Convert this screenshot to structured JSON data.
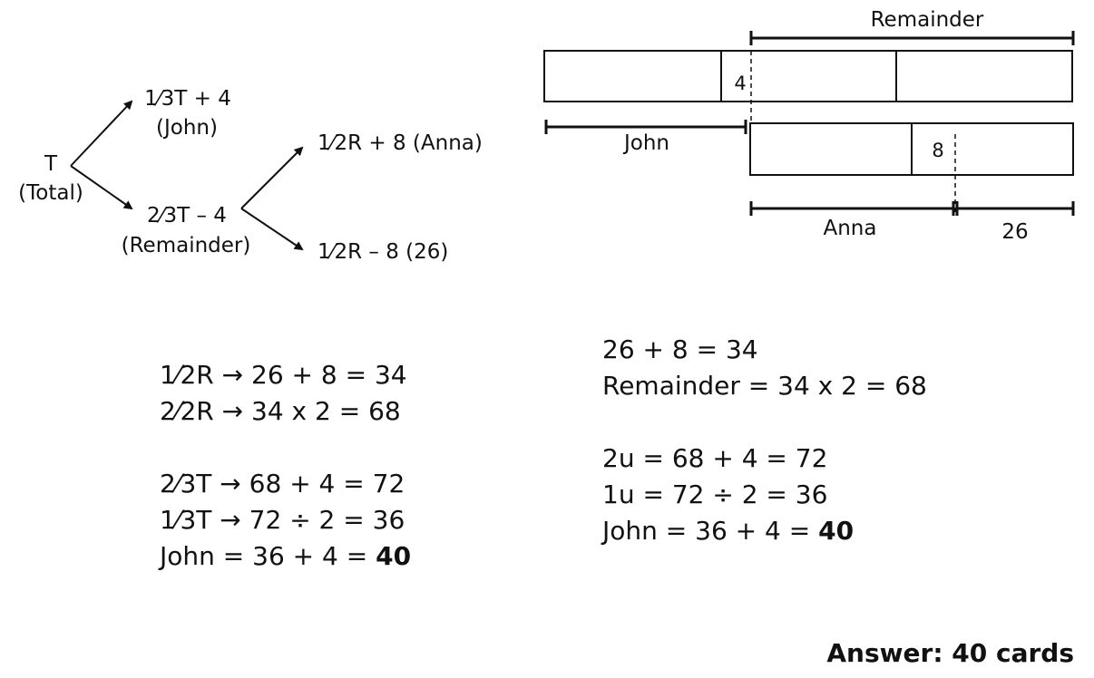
{
  "tree": {
    "root": "T",
    "root_sub": "(Total)",
    "john_expr": "1⁄3T + 4",
    "john_label": "(John)",
    "remainder_expr": "2⁄3T – 4",
    "remainder_label": "(Remainder)",
    "anna_expr": "1⁄2R + 8 (Anna)",
    "rest_expr": "1⁄2R – 8 (26)"
  },
  "bar_model": {
    "remainder_label": "Remainder",
    "four": "4",
    "john_label": "John",
    "eight": "8",
    "anna_label": "Anna",
    "twenty_six": "26"
  },
  "left_working": {
    "line1": "1⁄2R → 26 + 8 = 34",
    "line2": "2⁄2R → 34 x 2 = 68",
    "line3": "2⁄3T → 68 + 4 = 72",
    "line4": "1⁄3T → 72 ÷ 2 = 36",
    "line5_prefix": "John = 36 + 4 = ",
    "line5_bold": "40"
  },
  "right_working": {
    "line1": "26 + 8 = 34",
    "line2": "Remainder = 34 x 2 = 68",
    "line3": "2u = 68 + 4 = 72",
    "line4": "1u = 72 ÷ 2 = 36",
    "line5_prefix": "John = 36 + 4 = ",
    "line5_bold": "40"
  },
  "answer": "Answer: 40 cards"
}
